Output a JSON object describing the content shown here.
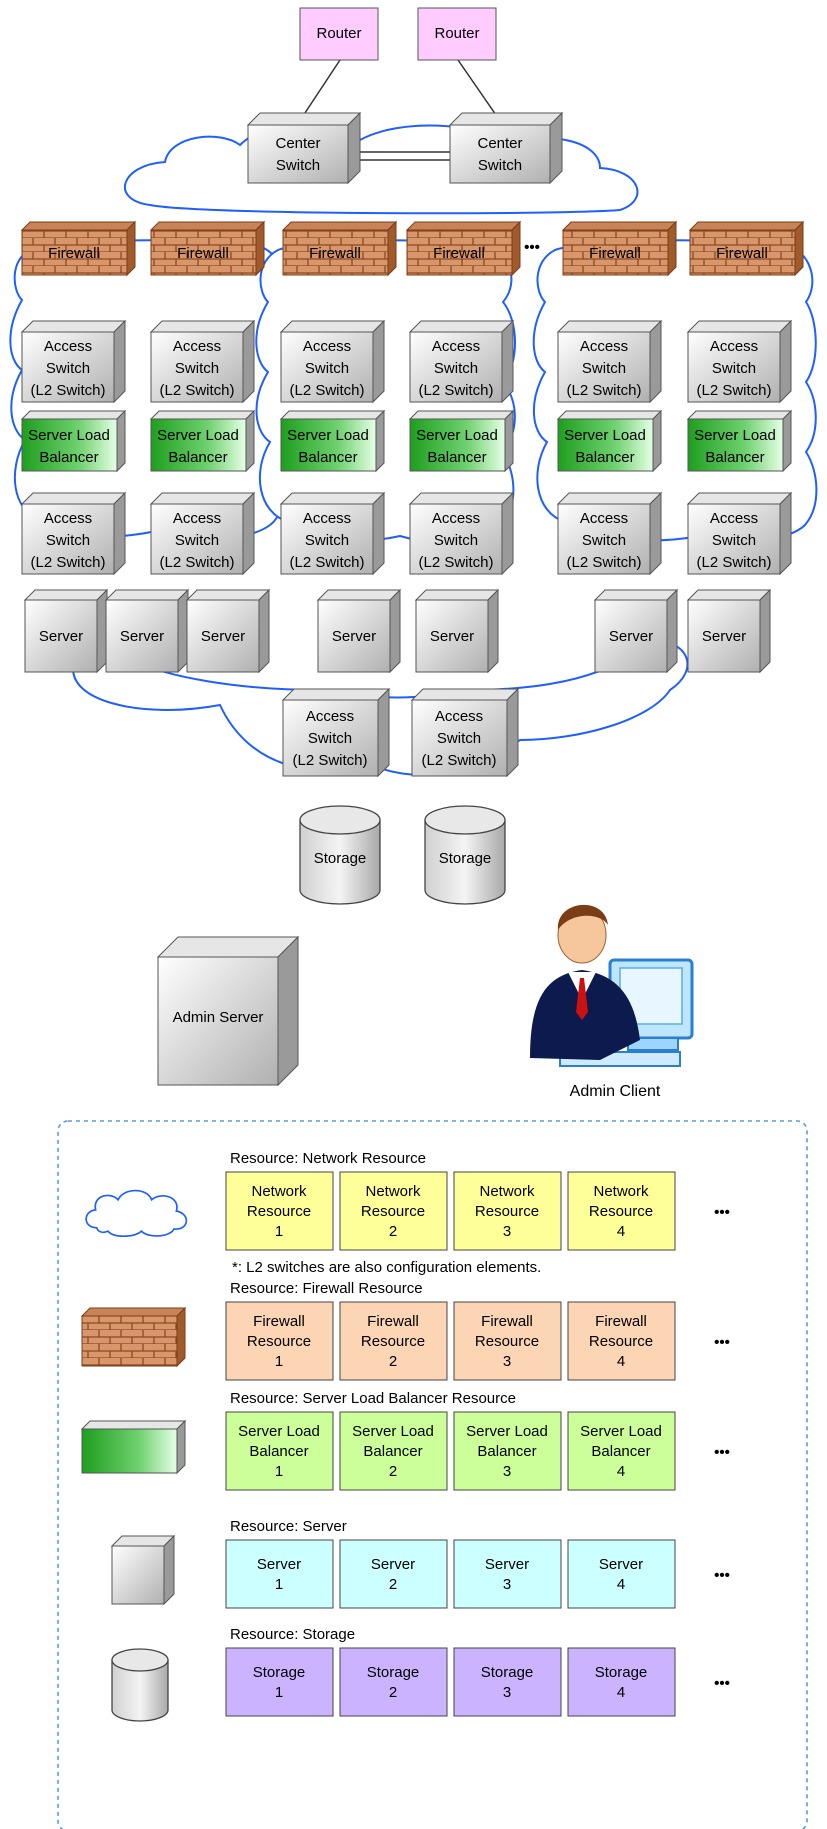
{
  "network": {
    "routers": [
      "Router",
      "Router"
    ],
    "center_switches": [
      [
        "Center",
        "Switch"
      ],
      [
        "Center",
        "Switch"
      ]
    ],
    "firewalls": [
      "Firewall",
      "Firewall",
      "Firewall",
      "Firewall",
      "Firewall",
      "Firewall"
    ],
    "firewall_ellipsis": "•••",
    "access_switch_lines": [
      "Access",
      "Switch",
      "(L2 Switch)"
    ],
    "slb_lines": [
      "Server Load",
      "Balancer"
    ],
    "servers": [
      "Server",
      "Server",
      "Server",
      "Server",
      "Server",
      "Server",
      "Server"
    ],
    "storage": [
      "Storage",
      "Storage"
    ]
  },
  "admin": {
    "server_label": "Admin Server",
    "client_label": "Admin Client"
  },
  "legend": {
    "groups": [
      {
        "title": "Resource: Network Resource",
        "color": "#ffff99",
        "kind": "cloud",
        "items": [
          [
            "Network",
            "Resource",
            "1"
          ],
          [
            "Network",
            "Resource",
            "2"
          ],
          [
            "Network",
            "Resource",
            "3"
          ],
          [
            "Network",
            "Resource",
            "4"
          ]
        ],
        "note": "*: L2 switches are also configuration elements."
      },
      {
        "title": "Resource: Firewall Resource",
        "color": "#fcd5b4",
        "kind": "firewall",
        "items": [
          [
            "Firewall",
            "Resource",
            "1"
          ],
          [
            "Firewall",
            "Resource",
            "2"
          ],
          [
            "Firewall",
            "Resource",
            "3"
          ],
          [
            "Firewall",
            "Resource",
            "4"
          ]
        ]
      },
      {
        "title": "Resource: Server Load Balancer Resource",
        "color": "#ccff99",
        "kind": "slb",
        "items": [
          [
            "Server Load",
            "Balancer",
            "1"
          ],
          [
            "Server Load",
            "Balancer",
            "2"
          ],
          [
            "Server Load",
            "Balancer",
            "3"
          ],
          [
            "Server Load",
            "Balancer",
            "4"
          ]
        ]
      },
      {
        "title": "Resource: Server",
        "color": "#ccffff",
        "kind": "server",
        "items": [
          [
            "Server",
            "1"
          ],
          [
            "Server",
            "2"
          ],
          [
            "Server",
            "3"
          ],
          [
            "Server",
            "4"
          ]
        ]
      },
      {
        "title": "Resource: Storage",
        "color": "#ccb3ff",
        "kind": "storage",
        "items": [
          [
            "Storage",
            "1"
          ],
          [
            "Storage",
            "2"
          ],
          [
            "Storage",
            "3"
          ],
          [
            "Storage",
            "4"
          ]
        ]
      }
    ],
    "ellipsis": "•••"
  },
  "colors": {
    "router_fill": "#ffccff",
    "firewall_brick": "#d9966b",
    "slb_green": "#33aa33",
    "legend_border": "#5b9bd5",
    "cloud_stroke": "#1f5fff"
  }
}
